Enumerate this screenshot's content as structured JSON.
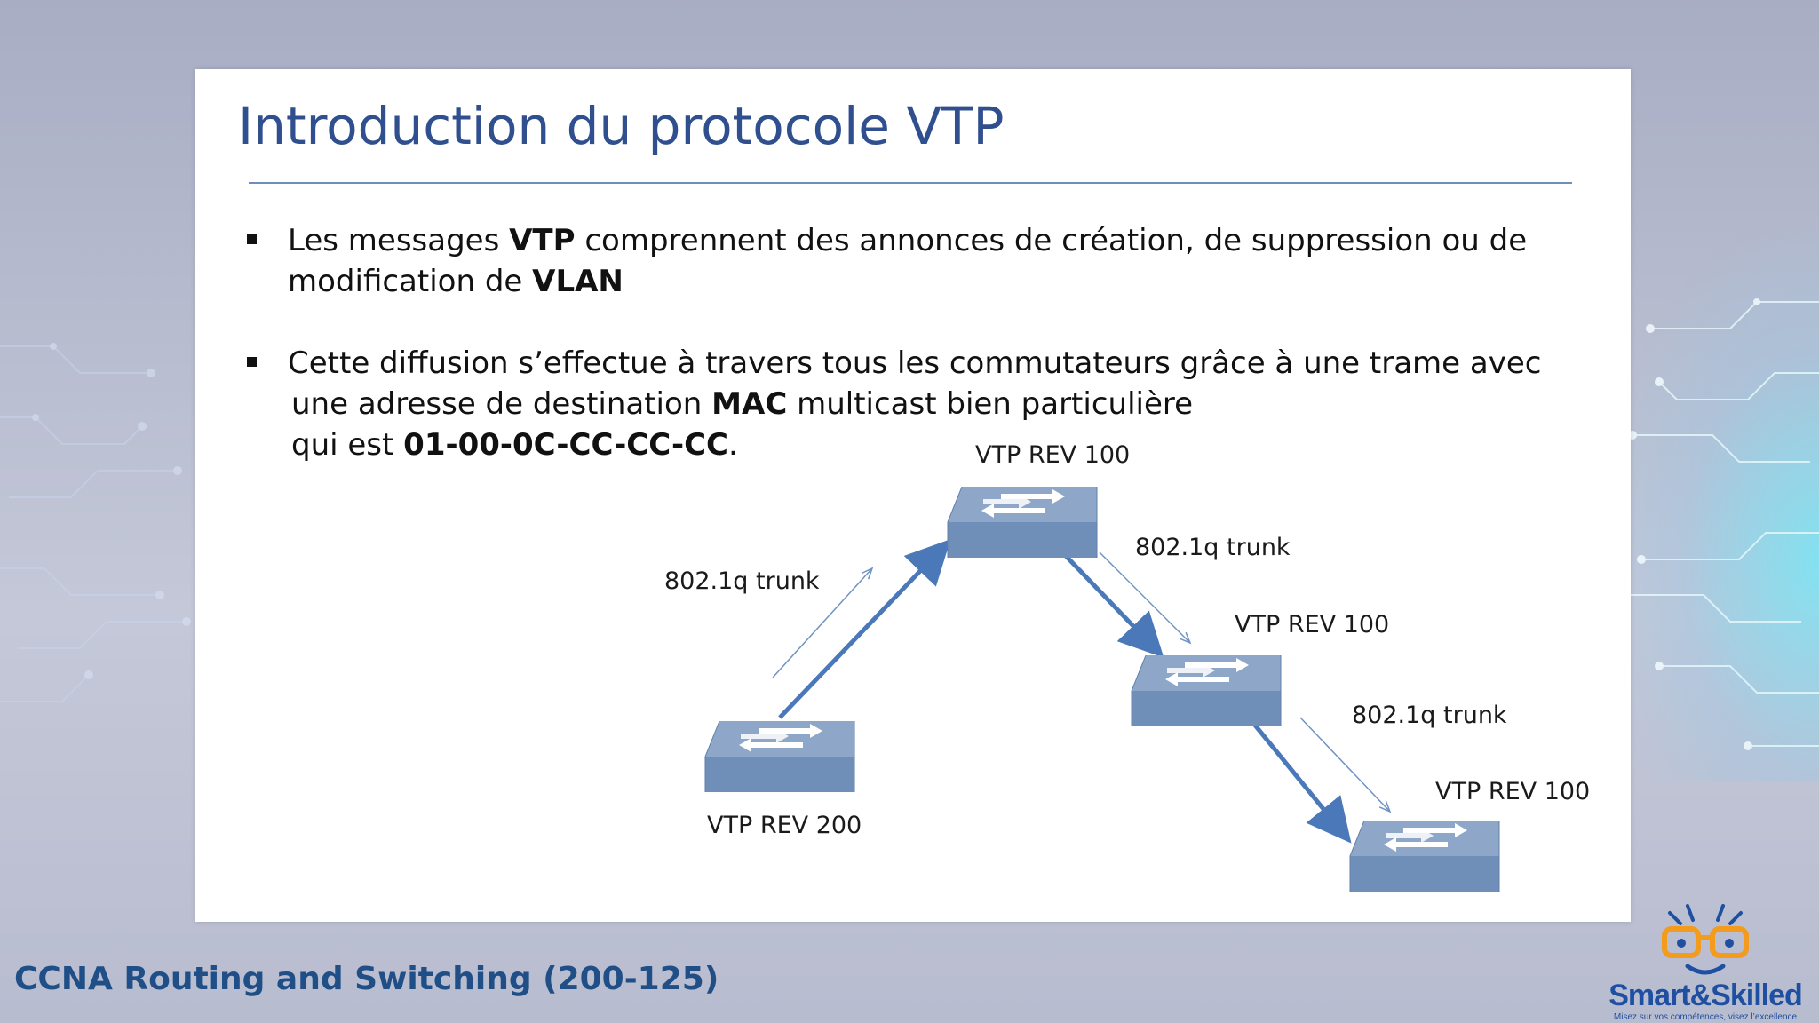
{
  "slide": {
    "title": "Introduction du protocole VTP",
    "bullets": [
      {
        "line1_pre": "Les messages ",
        "line1_bold": "VTP",
        "line1_post": " comprennent des annonces de création, de suppression ou de",
        "line2_pre": "modification de ",
        "line2_bold": "VLAN"
      },
      {
        "line1": "Cette diffusion s’effectue à travers tous les commutateurs grâce à une trame avec",
        "line2_pre": "une  adresse de destination ",
        "line2_bold": "MAC",
        "line2_post": " multicast bien particulière",
        "line3_pre": "qui est ",
        "line3_bold": "01-00-0C-CC-CC-CC",
        "line3_post": "."
      }
    ]
  },
  "diagram": {
    "switches": [
      {
        "label": "VTP REV 200"
      },
      {
        "label": "VTP REV 100"
      },
      {
        "label": "VTP REV 100"
      },
      {
        "label": "VTP REV 100"
      }
    ],
    "links": [
      {
        "label": "802.1q trunk"
      },
      {
        "label": "802.1q trunk"
      },
      {
        "label": "802.1q trunk"
      }
    ],
    "colors": {
      "link": "#4a78b8",
      "switch_top": "#8ea7c9",
      "switch_side": "#6f8fb8"
    }
  },
  "footer": {
    "course": "CCNA Routing and Switching (200-125)"
  },
  "logo": {
    "name": "Smart&Skilled",
    "tagline": "Misez sur vos compétences, visez l’excellence"
  }
}
